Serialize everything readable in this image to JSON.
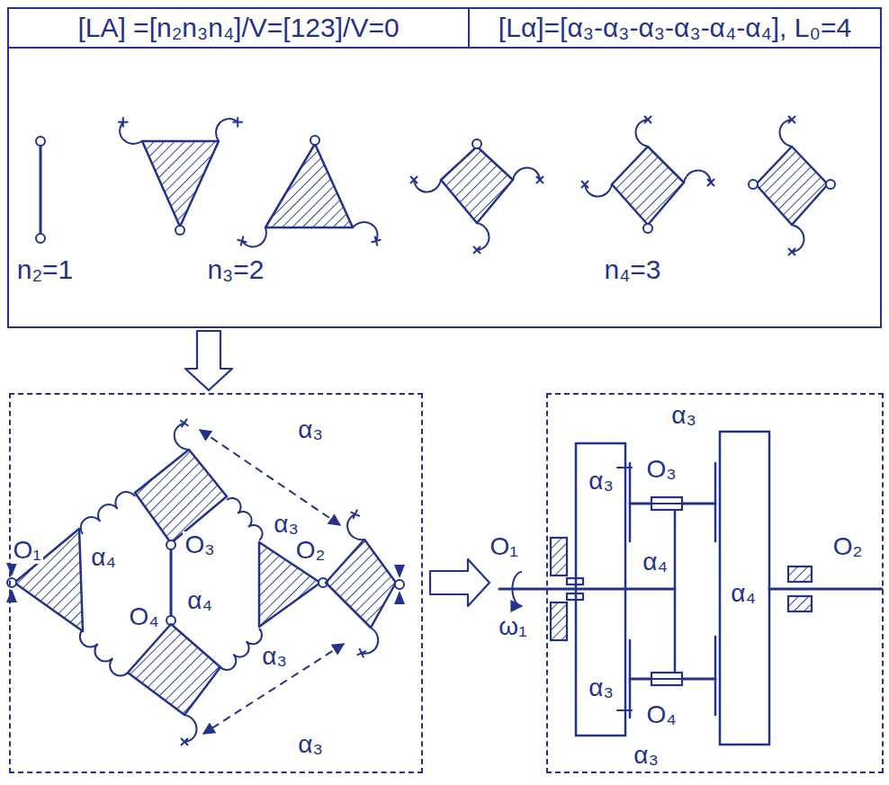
{
  "diagram": {
    "nodes": [
      {
        "text": [
          "[LA] =[n₂n₃n₄]/V=[123]/V=0"
        ]
      },
      {
        "text": [
          "[Lα]=[α₃-α₃-α₃-α₃-α₄-α₄], L₀=4"
        ]
      },
      {
        "text": [
          "n₂=1",
          "n₃=2",
          "n₄=3"
        ]
      },
      {
        "text": [
          "α₃",
          "α₃",
          "O₃",
          "O₁",
          "O₂",
          "α₄",
          "α₄",
          "O₄",
          "α₃",
          "α₃"
        ]
      },
      {
        "text": [
          "α₃",
          "O₃",
          "α₃",
          "O₁",
          "O₂",
          "α₄",
          "α₄",
          "ω₁",
          "α₃",
          "O₄",
          "α₃"
        ]
      }
    ],
    "edges": [
      {
        "from": 2,
        "to": 3,
        "arrow": "to"
      },
      {
        "from": 3,
        "to": 4,
        "arrow": "to"
      }
    ]
  }
}
